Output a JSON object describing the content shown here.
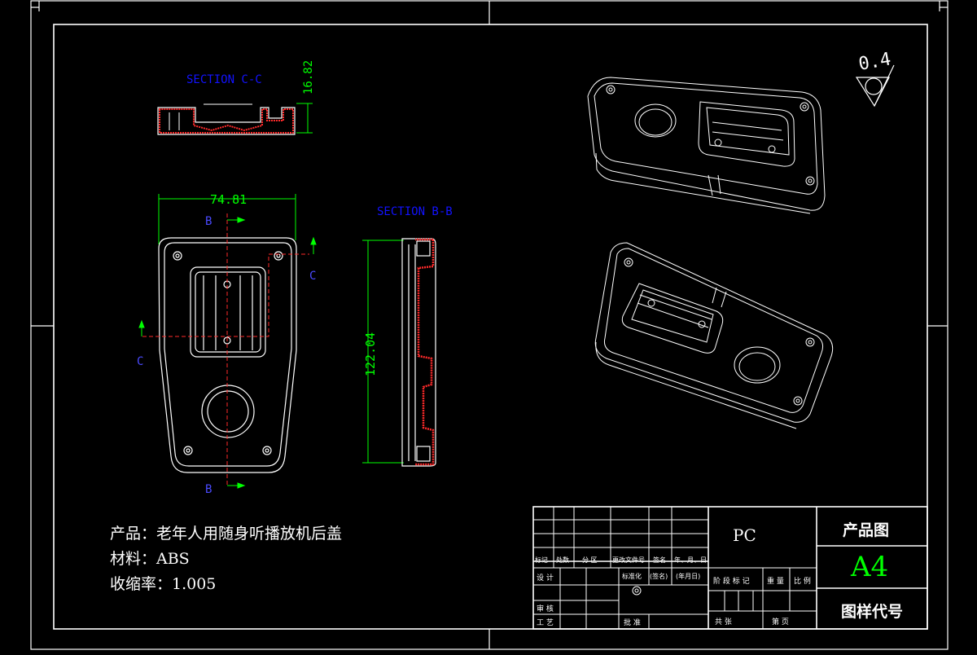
{
  "sections": {
    "c_c_title": "SECTION C-C",
    "b_b_title": "SECTION B-B",
    "c_c_height": "16.82",
    "b_b_height": "122.04",
    "width": "74.81",
    "marker_b": "B",
    "marker_c": "C"
  },
  "roughness": "0.4",
  "notes": {
    "product": "产品：老年人用随身听播放机后盖",
    "material": "材料：ABS",
    "shrinkage": "收缩率：1.005"
  },
  "title_block": {
    "material_name": "PC",
    "drawing_type": "产品图",
    "sheet_size": "A4",
    "drawing_code_label": "图样代号",
    "rev_headers": [
      "标记",
      "处数",
      "分 区",
      "更改文件号",
      "签名",
      "年、月、日"
    ],
    "design": "设 计",
    "standardize": "标准化",
    "sign": "(签名)",
    "date": "(年月日)",
    "review": "审 核",
    "process": "工 艺",
    "approve": "批 准",
    "stage_label": "阶 段 标 记",
    "weight_label": "重 量",
    "scale_label": "比 例",
    "sheets_total": "共  张",
    "sheet_no": "第  页"
  },
  "colors": {
    "lines": "#ffffff",
    "dimension": "#00ff00",
    "section_label": "#0000ff",
    "hatch": "#ff2a2a",
    "marker_text": "#4a4aff",
    "sheet_size": "#00ff00"
  }
}
